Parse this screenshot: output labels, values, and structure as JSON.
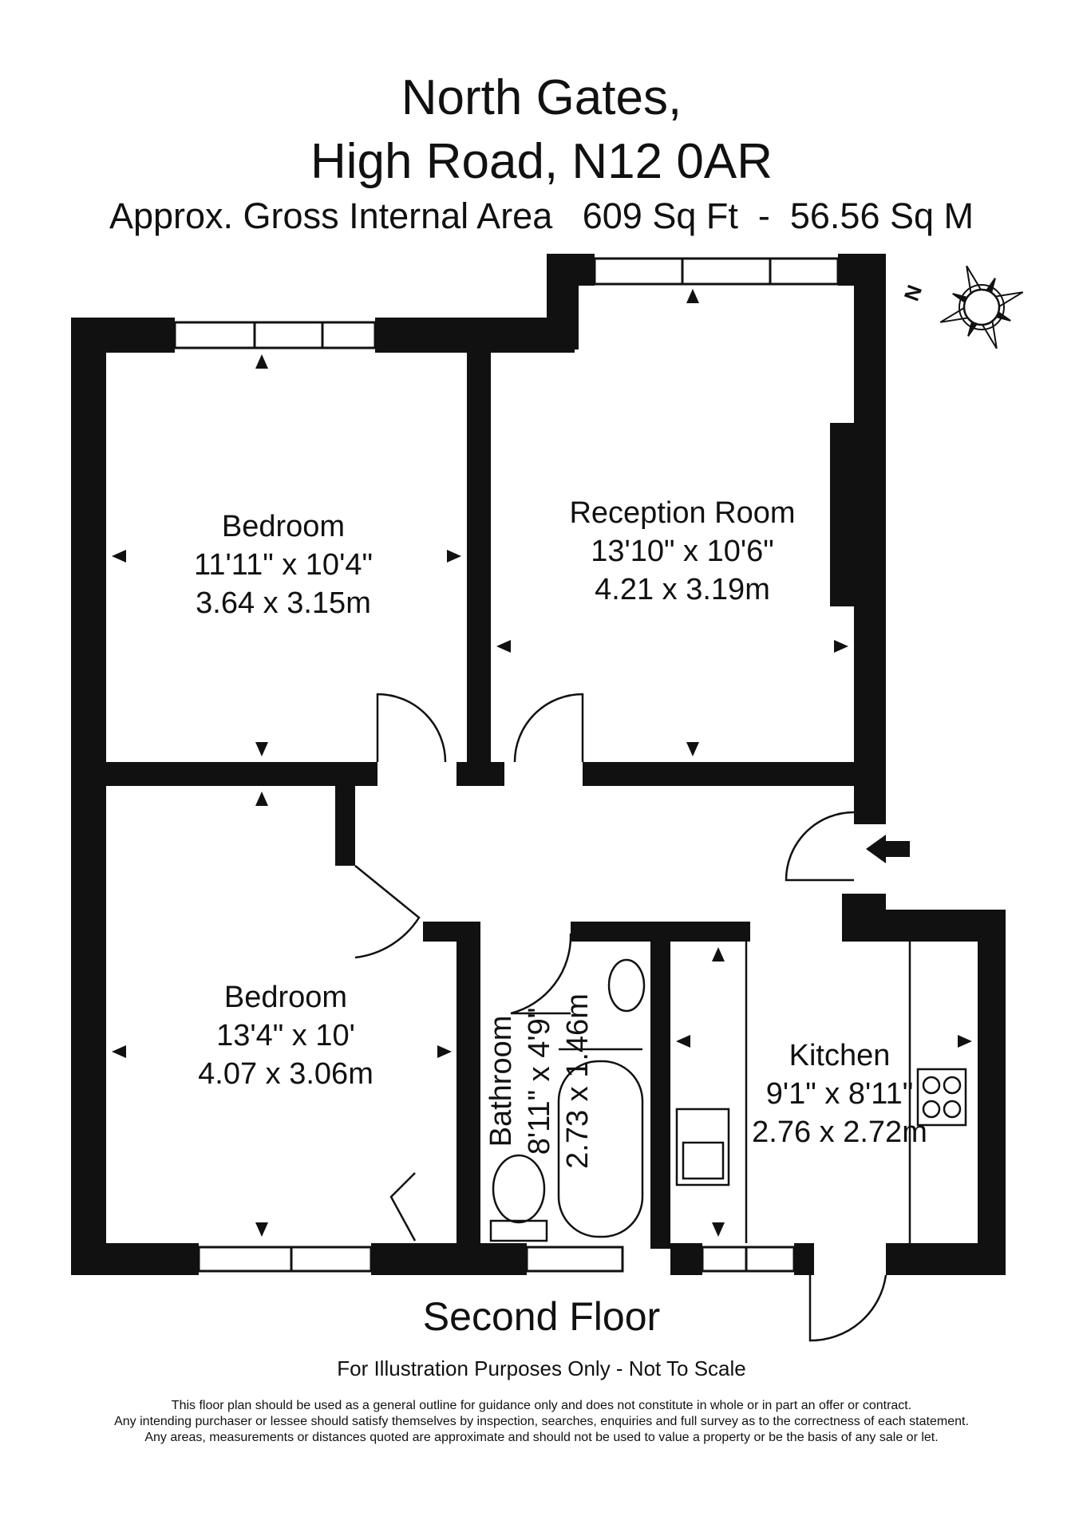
{
  "header": {
    "title_line1": "North Gates,",
    "title_line2": "High Road, N12 0AR",
    "area_line": "Approx. Gross Internal Area   609 Sq Ft  -  56.56 Sq M"
  },
  "compass": {
    "label": "N"
  },
  "rooms": {
    "bedroom1": {
      "name": "Bedroom",
      "imperial": "11'11\" x 10'4\"",
      "metric": "3.64 x 3.15m"
    },
    "reception": {
      "name": "Reception Room",
      "imperial": "13'10\" x 10'6\"",
      "metric": "4.21 x 3.19m"
    },
    "bedroom2": {
      "name": "Bedroom",
      "imperial": "13'4\" x 10'",
      "metric": "4.07 x 3.06m"
    },
    "bathroom": {
      "name": "Bathroom",
      "imperial": "8'11\" x 4'9\"",
      "metric": "2.73 x 1.46m"
    },
    "kitchen": {
      "name": "Kitchen",
      "imperial": "9'1\" x 8'11\"",
      "metric": "2.76 x 2.72m"
    }
  },
  "footer": {
    "floor": "Second Floor",
    "note": "For Illustration Purposes Only - Not To Scale",
    "disclaimer1": "This floor plan should be used as a general outline for guidance only and does not constitute in whole or in part an offer or contract.",
    "disclaimer2": "Any intending purchaser or lessee should satisfy themselves by inspection, searches, enquiries and full survey as to the correctness of each statement.",
    "disclaimer3": "Any areas, measurements or distances quoted are approximate and should not be used to value a property or be the basis of any sale or let."
  },
  "colors": {
    "wall": "#111111",
    "window_fill": "#ffffff"
  }
}
